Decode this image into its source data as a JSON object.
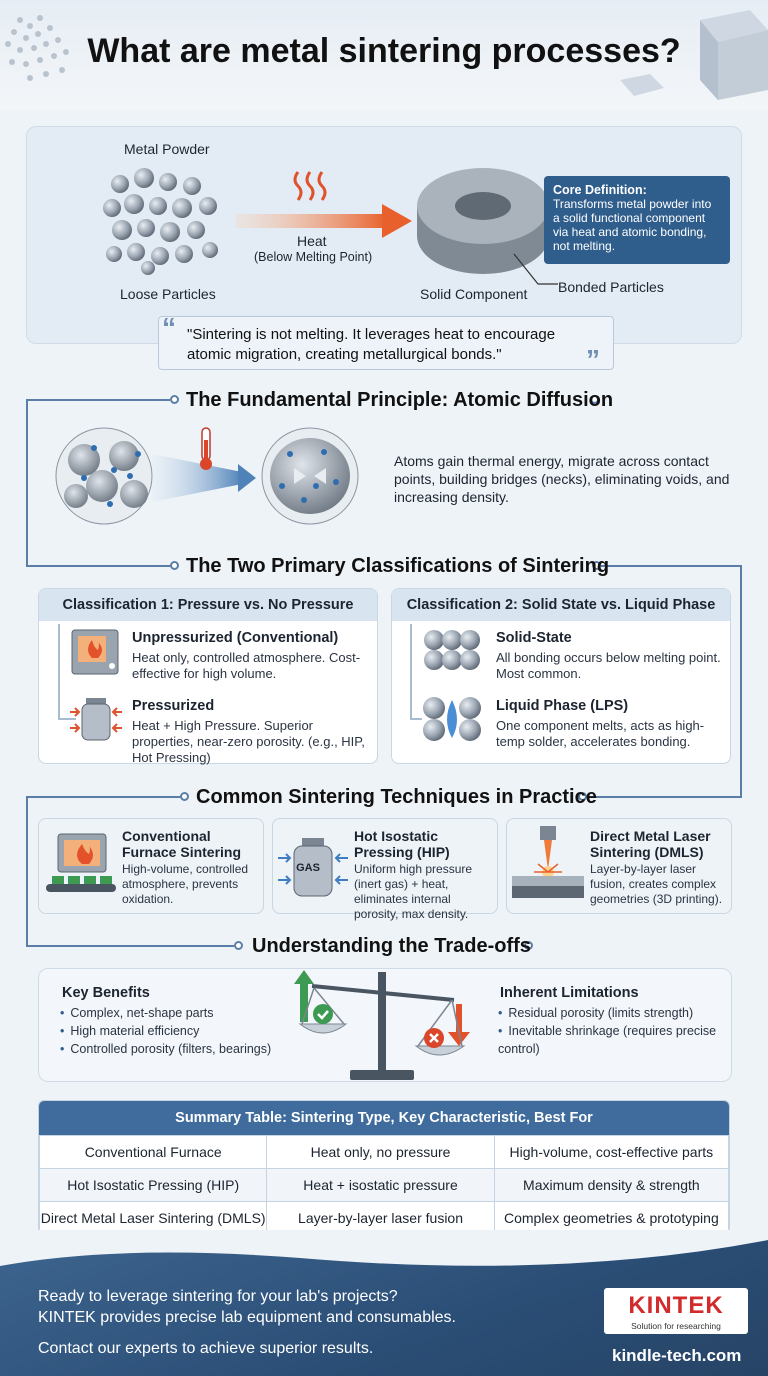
{
  "title": "What are metal sintering processes?",
  "intro": {
    "metal_powder": "Metal Powder",
    "loose_particles": "Loose Particles",
    "heat": "Heat",
    "heat_note": "(Below Melting Point)",
    "solid_component": "Solid Component",
    "bonded_particles": "Bonded Particles",
    "core_title": "Core Definition:",
    "core_text": "Transforms metal powder into a solid functional component via heat and atomic bonding, not melting.",
    "quote": "\"Sintering is not melting. It leverages heat to encourage atomic migration, creating metallurgical bonds.\""
  },
  "principle": {
    "title": "The Fundamental Principle: Atomic Diffusion",
    "text": "Atoms gain thermal energy, migrate across contact points, building bridges (necks), eliminating voids, and increasing density."
  },
  "classifications": {
    "title": "The Two Primary Classifications of Sintering",
    "c1": {
      "header": "Classification 1: Pressure vs. No Pressure",
      "items": [
        {
          "name": "Unpressurized (Conventional)",
          "desc": "Heat only, controlled atmosphere. Cost-effective for high volume."
        },
        {
          "name": "Pressurized",
          "desc": "Heat + High Pressure. Superior properties, near-zero porosity. (e.g., HIP, Hot Pressing)"
        }
      ]
    },
    "c2": {
      "header": "Classification 2: Solid State vs. Liquid Phase",
      "items": [
        {
          "name": "Solid-State",
          "desc": "All bonding occurs below melting point. Most common."
        },
        {
          "name": "Liquid Phase (LPS)",
          "desc": "One component melts, acts as high-temp solder, accelerates bonding."
        }
      ]
    }
  },
  "techniques": {
    "title": "Common Sintering Techniques in Practice",
    "items": [
      {
        "name": "Conventional Furnace Sintering",
        "desc": "High-volume, controlled atmosphere, prevents oxidation."
      },
      {
        "name": "Hot Isostatic Pressing (HIP)",
        "desc": "Uniform high pressure (inert gas) + heat, eliminates internal porosity, max density.",
        "gas_label": "GAS"
      },
      {
        "name": "Direct Metal Laser Sintering (DMLS)",
        "desc": "Layer-by-layer laser fusion, creates complex geometries (3D printing)."
      }
    ]
  },
  "tradeoffs": {
    "title": "Understanding the Trade-offs",
    "benefits_title": "Key Benefits",
    "benefits": [
      "Complex, net-shape parts",
      "High material efficiency",
      "Controlled porosity (filters, bearings)"
    ],
    "limits_title": "Inherent Limitations",
    "limits": [
      "Residual porosity (limits strength)",
      "Inevitable shrinkage (requires precise control)"
    ]
  },
  "summary": {
    "title": "Summary Table: Sintering Type, Key Characteristic, Best For",
    "rows": [
      [
        "Conventional Furnace",
        "Heat only, no pressure",
        "High-volume, cost-effective parts"
      ],
      [
        "Hot Isostatic Pressing (HIP)",
        "Heat + isostatic pressure",
        "Maximum density & strength"
      ],
      [
        "Direct Metal Laser Sintering (DMLS)",
        "Layer-by-layer laser fusion",
        "Complex geometries & prototyping"
      ]
    ]
  },
  "footer": {
    "line1": "Ready to leverage sintering for your lab's projects?",
    "line2": "KINTEK provides precise lab equipment and consumables.",
    "line3": "Contact our experts to achieve superior results.",
    "brand": "KINTEK",
    "tagline": "Solution for researching",
    "url": "kindle-tech.com"
  },
  "colors": {
    "accent": "#2f5d8c",
    "line": "#5b7ea6",
    "heat": "#e8612c"
  }
}
